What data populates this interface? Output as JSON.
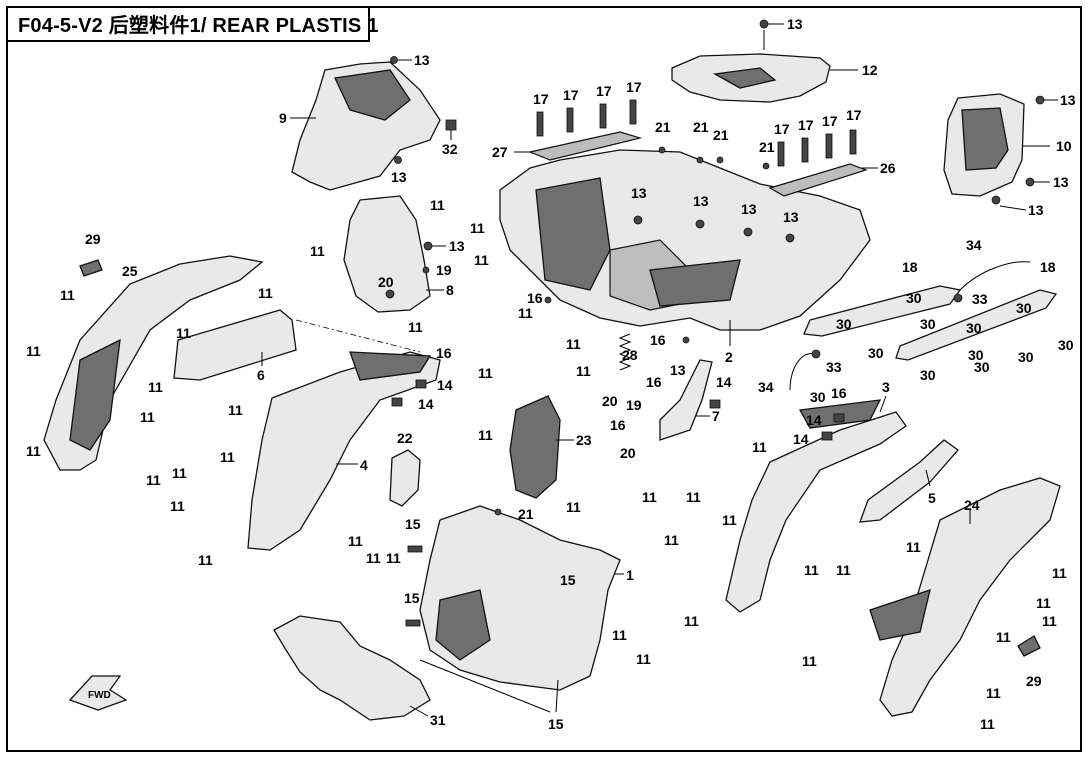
{
  "title": "F04-5-V2 后塑料件1/ REAR PLASTIS 1",
  "fwd_label": "FWD",
  "callouts": {
    "c1": "1",
    "c2": "2",
    "c3": "3",
    "c4": "4",
    "c5": "5",
    "c6": "6",
    "c7": "7",
    "c8": "8",
    "c9": "9",
    "c10": "10",
    "c11": "11",
    "c12": "12",
    "c13": "13",
    "c14": "14",
    "c15": "15",
    "c16": "16",
    "c17": "17",
    "c18": "18",
    "c19": "19",
    "c20": "20",
    "c21": "21",
    "c22": "22",
    "c23": "23",
    "c24": "24",
    "c25": "25",
    "c26": "26",
    "c27": "27",
    "c28": "28",
    "c29": "29",
    "c30": "30",
    "c31": "31",
    "c32": "32",
    "c33": "33",
    "c34": "34"
  }
}
